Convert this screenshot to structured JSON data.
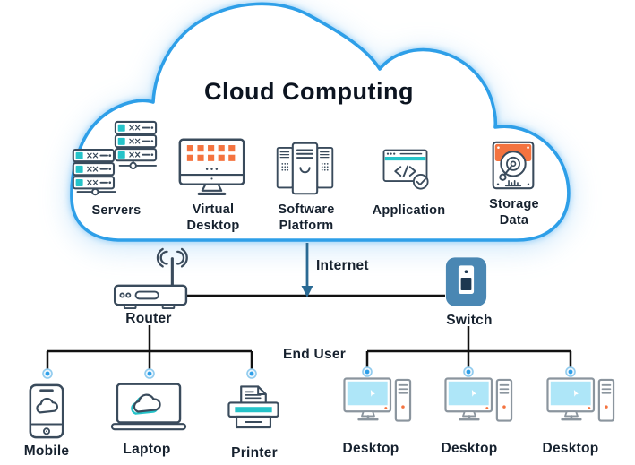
{
  "title": "Cloud Computing",
  "cloud_services": [
    {
      "label": "Servers",
      "icon": "servers-icon"
    },
    {
      "label": "Virtual Desktop",
      "icon": "virtual-desktop-icon"
    },
    {
      "label": "Software Platform",
      "icon": "software-platform-icon"
    },
    {
      "label": "Application",
      "icon": "application-icon"
    },
    {
      "label": "Storage Data",
      "icon": "storage-data-icon"
    }
  ],
  "network": {
    "internet_label": "Internet",
    "router_label": "Router",
    "switch_label": "Switch",
    "end_user_label": "End User"
  },
  "end_devices": [
    {
      "label": "Mobile",
      "icon": "mobile-icon"
    },
    {
      "label": "Laptop",
      "icon": "laptop-icon"
    },
    {
      "label": "Printer",
      "icon": "printer-icon"
    },
    {
      "label": "Desktop",
      "icon": "desktop-icon"
    },
    {
      "label": "Desktop",
      "icon": "desktop-icon"
    },
    {
      "label": "Desktop",
      "icon": "desktop-icon"
    }
  ],
  "colors": {
    "cloud_outline": "#2E9FE8",
    "icon_outline": "#3A4B5C",
    "teal_accent": "#25C3C9",
    "orange_accent": "#F4733F",
    "switch_blue": "#4A87B3",
    "switch_dark": "#1D3750",
    "arrow_blue": "#2A6A94",
    "connector_black": "#111111",
    "desktop_gray": "#8B959E",
    "screen_cyan": "#AEE6F8",
    "node_blue": "#2E9FE8",
    "text_ink": "#16212E"
  }
}
